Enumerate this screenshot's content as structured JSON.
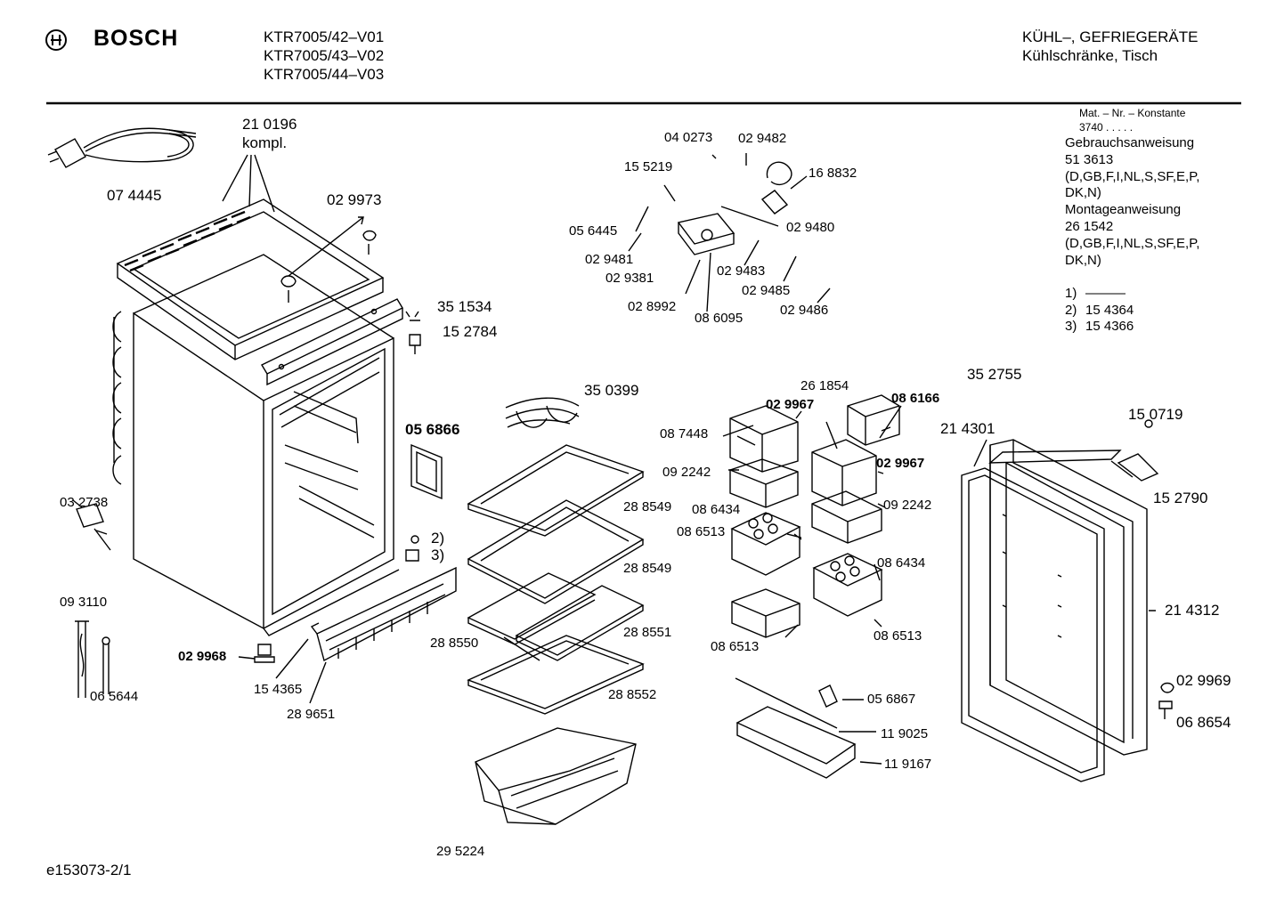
{
  "header": {
    "brand": "BOSCH",
    "models": [
      "KTR7005/42–V01",
      "KTR7005/43–V02",
      "KTR7005/44–V03"
    ],
    "category": "KÜHL–, GEFRIEGERÄTE",
    "subcategory": "Kühlschränke, Tisch"
  },
  "side_info": {
    "mat_heading": "Mat. – Nr. – Konstante",
    "mat_value": "3740  .  .  .  .  .",
    "manual_label": "Gebrauchsanweisung",
    "manual_number": "51 3613",
    "manual_langs_1": "(D,GB,F,I,NL,S,SF,E,P,",
    "manual_langs_2": "DK,N)",
    "mount_label": "Montageanweisung",
    "mount_number": "26 1542",
    "mount_langs_1": "(D,GB,F,I,NL,S,SF,E,P,",
    "mount_langs_2": "DK,N)",
    "notes": [
      {
        "key": "1)",
        "value": "———"
      },
      {
        "key": "2)",
        "value": "15 4364"
      },
      {
        "key": "3)",
        "value": "15 4366"
      }
    ]
  },
  "parts": {
    "p210196": "21 0196",
    "kompl": "kompl.",
    "p074445": "07 4445",
    "p029973": "02 9973",
    "p351534": "35 1534",
    "p152784": "15 2784",
    "p056866": "05 6866",
    "p032738": "03 2738",
    "note2": "2)",
    "note3": "3)",
    "p093110": "09 3110",
    "p065644": "06 5644",
    "p029968": "02 9968",
    "p154365": "15 4365",
    "p289651": "28 9651",
    "p040273": "04 0273",
    "p029482": "02 9482",
    "p155219": "15 5219",
    "p168832": "16 8832",
    "p056445": "05 6445",
    "p029480": "02 9480",
    "p029481": "02 9481",
    "p029483": "02 9483",
    "p029381": "02 9381",
    "p029485": "02 9485",
    "p028992": "02 8992",
    "p086095": "08 6095",
    "p029486": "02 9486",
    "p350399": "35 0399",
    "p288549a": "28 8549",
    "p288549b": "28 8549",
    "p288550": "28 8550",
    "p288551": "28 8551",
    "p288552": "28 8552",
    "p295224": "29 5224",
    "p261854": "26 1854",
    "p029967a": "02 9967",
    "p086166": "08 6166",
    "p087448": "08 7448",
    "p092242a": "09 2242",
    "p029967b": "02 9967",
    "p092242b": "09 2242",
    "p086434a": "08 6434",
    "p086513a": "08 6513",
    "p086434b": "08 6434",
    "p086513b": "08 6513",
    "p086513c": "08 6513",
    "p056867": "05 6867",
    "p119025": "11 9025",
    "p119167": "11 9167",
    "p352755": "35 2755",
    "p150719": "15 0719",
    "p214301": "21 4301",
    "p152790": "15 2790",
    "p214312": "21 4312",
    "p029969": "02 9969",
    "p068654": "06 8654"
  },
  "footer": {
    "drawing_id": "e153073-2/1"
  }
}
